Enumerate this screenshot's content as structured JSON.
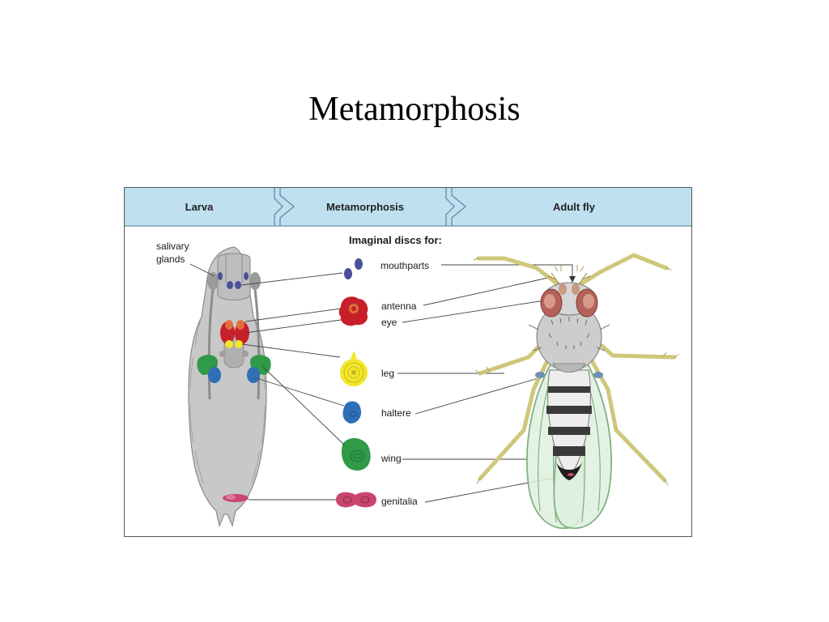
{
  "slide": {
    "title": "Metamorphosis"
  },
  "header": {
    "stages": [
      "Larva",
      "Metamorphosis",
      "Adult fly"
    ]
  },
  "larva": {
    "label_line1": "salivary",
    "label_line2": "glands"
  },
  "discs": {
    "heading": "Imaginal discs for:",
    "items": [
      "mouthparts",
      "antenna",
      "eye",
      "leg",
      "haltere",
      "wing",
      "genitalia"
    ]
  },
  "colors": {
    "header_bg": "#bfe0f0",
    "header_border": "#6a8fa5",
    "larva_body": "#c8c8c8",
    "mouthparts_disc": "#4b4f9a",
    "eye_antenna_disc": "#c8202a",
    "leg_disc": "#f2e72a",
    "haltere_disc": "#2f6fb6",
    "wing_disc": "#2f9a48",
    "genitalia_disc": "#c8466e",
    "fly_legs": "#cfc77a",
    "fly_eye": "#b5625a",
    "fly_wing_vein": "#7fb27f"
  }
}
